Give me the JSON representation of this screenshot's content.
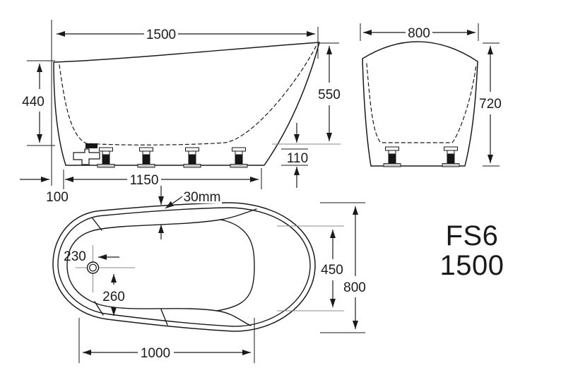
{
  "drawing": {
    "title": {
      "model": "FS6",
      "size": "1500"
    },
    "side_view": {
      "overall_length": "1500",
      "back_height": "440",
      "front_height": "550",
      "base_clearance": "110",
      "base_length": "1150",
      "base_offset": "100"
    },
    "end_view": {
      "overall_width": "800",
      "overall_height": "720"
    },
    "plan_view": {
      "rim_thickness": "30mm",
      "waste_offset_end": "230",
      "waste_offset_side": "260",
      "inner_width": "450",
      "overall_width": "800",
      "inner_length": "1000"
    },
    "colors": {
      "line": "#1a1a1a",
      "reference": "#8a8a8a",
      "background": "#ffffff"
    }
  }
}
